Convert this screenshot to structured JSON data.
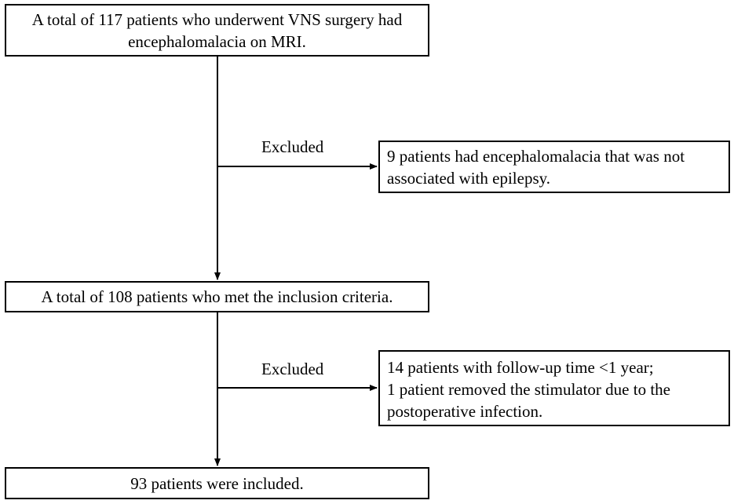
{
  "colors": {
    "stroke": "#000000",
    "text": "#000000",
    "background": "#ffffff"
  },
  "flow": {
    "step1": {
      "lines": [
        "A total of 117 patients who underwent VNS surgery had",
        "encephalomalacia on MRI."
      ]
    },
    "exclusion1": {
      "label": "Excluded",
      "lines": [
        "9 patients had encephalomalacia that was not",
        "associated with epilepsy."
      ]
    },
    "step2": {
      "lines": [
        "A total of 108 patients who met the inclusion criteria."
      ]
    },
    "exclusion2": {
      "label": "Excluded",
      "lines": [
        "14 patients with follow-up time <1 year;",
        "1 patient removed the stimulator due to the",
        "postoperative infection."
      ]
    },
    "step3": {
      "lines": [
        "93 patients were included."
      ]
    }
  }
}
